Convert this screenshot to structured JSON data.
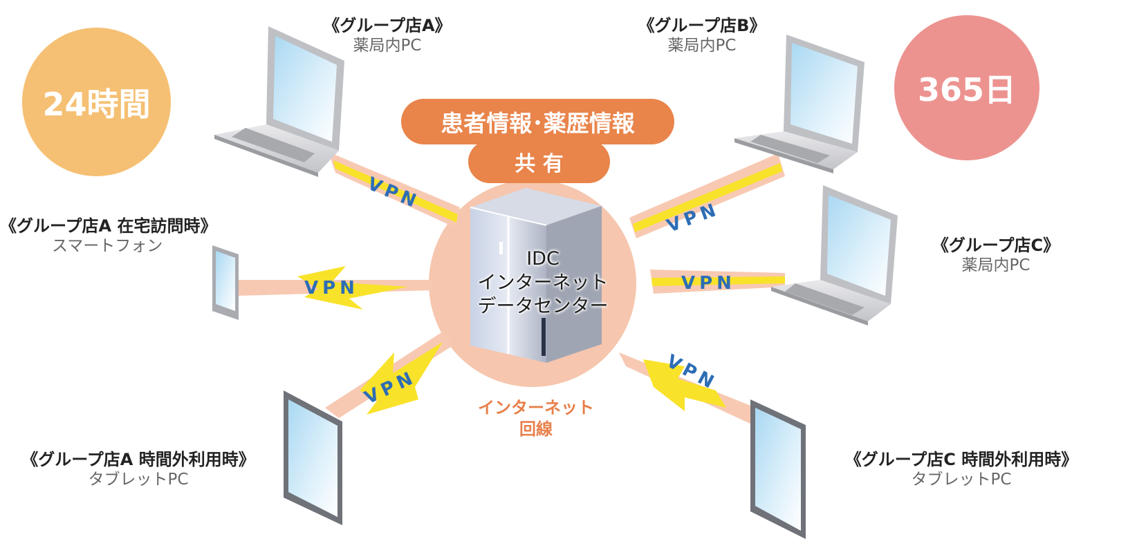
{
  "badges": {
    "hours": {
      "text": "24時間",
      "color": "#f5c073"
    },
    "days": {
      "text": "365日",
      "color": "#ec9390"
    }
  },
  "shared": {
    "line1": "患者情報･薬歴情報",
    "line2": "共 有",
    "color": "#e9844a"
  },
  "center": {
    "line1": "IDC",
    "line2": "インターネット",
    "line3": "データセンター"
  },
  "internet_line": {
    "line1": "インターネット",
    "line2": "回線"
  },
  "vpn_label": "VPN",
  "colors": {
    "hub": "#f6c6ae",
    "vpn_line": "#f9e22a",
    "vpn_text": "#2d6db5"
  },
  "nodes": [
    {
      "name": "《グループ店A》",
      "sub": "薬局内PC"
    },
    {
      "name": "《グループ店B》",
      "sub": "薬局内PC"
    },
    {
      "name": "《グループ店A 在宅訪問時》",
      "sub": "スマートフォン"
    },
    {
      "name": "《グループ店C》",
      "sub": "薬局内PC"
    },
    {
      "name": "《グループ店A 時間外利用時》",
      "sub": "タブレットPC"
    },
    {
      "name": "《グループ店C 時間外利用時》",
      "sub": "タブレットPC"
    }
  ]
}
